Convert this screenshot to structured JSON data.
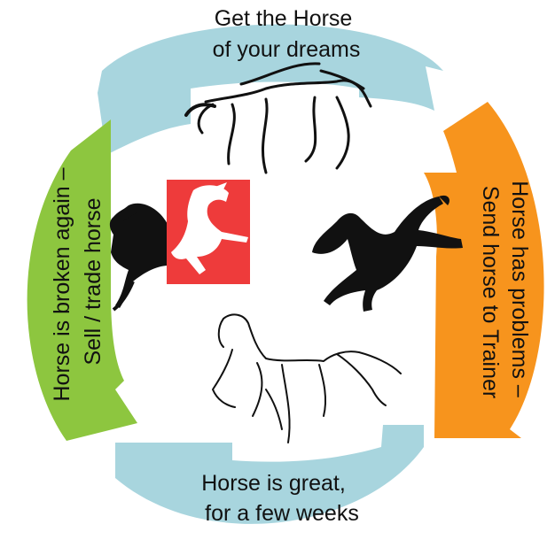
{
  "steps": [
    {
      "line1": "Get the Horse",
      "line2": "of your dreams",
      "color": "#a8d5de"
    },
    {
      "line1": "Horse has problems –",
      "line2": "Send horse to Trainer",
      "color": "#f7941d"
    },
    {
      "line1": "Horse is great,",
      "line2": "for a few weeks",
      "color": "#a8d5de"
    },
    {
      "line1": "Horse is broken again –",
      "line2": "Sell / trade horse",
      "color": "#8dc63f"
    }
  ],
  "colors": {
    "logo_red": "#ee3b3b",
    "horse_black": "#111111",
    "horse_outline": "#222222"
  },
  "icons": [
    "galloping-horse-outline-icon",
    "jumping-horse-black-icon",
    "horse-logo-icon",
    "running-horse-sketch-icon"
  ]
}
